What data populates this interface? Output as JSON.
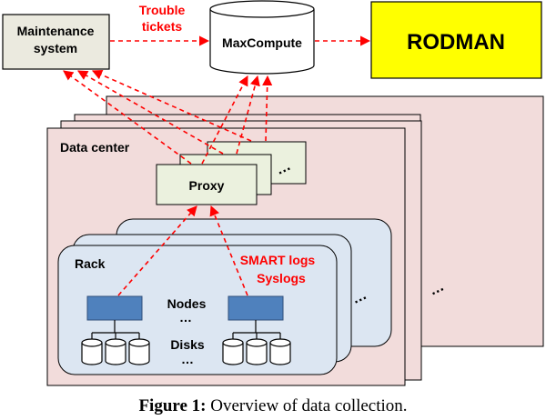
{
  "maintenance": {
    "line1": "Maintenance",
    "line2": "system"
  },
  "trouble": {
    "line1": "Trouble",
    "line2": "tickets"
  },
  "maxcompute": {
    "label": "MaxCompute"
  },
  "rodman": {
    "label": "RODMAN"
  },
  "datacenter": {
    "label": "Data center"
  },
  "proxy": {
    "label": "Proxy"
  },
  "rack": {
    "label": "Rack"
  },
  "logs": {
    "line1": "SMART logs",
    "line2": "Syslogs"
  },
  "nodes": {
    "label": "Nodes"
  },
  "disks": {
    "label": "Disks"
  },
  "ellipsis": "…",
  "caption": {
    "prefix": "Figure 1:",
    "text": " Overview of data collection."
  },
  "colors": {
    "maintenance_fill": "#ebeadf",
    "rodman_fill": "#ffff00",
    "datacenter_fill": "#f2dcdb",
    "proxy_fill": "#ebf1de",
    "rack_fill": "#dce6f2",
    "node_fill": "#4f81bd",
    "arrow_red": "#ff0000"
  }
}
